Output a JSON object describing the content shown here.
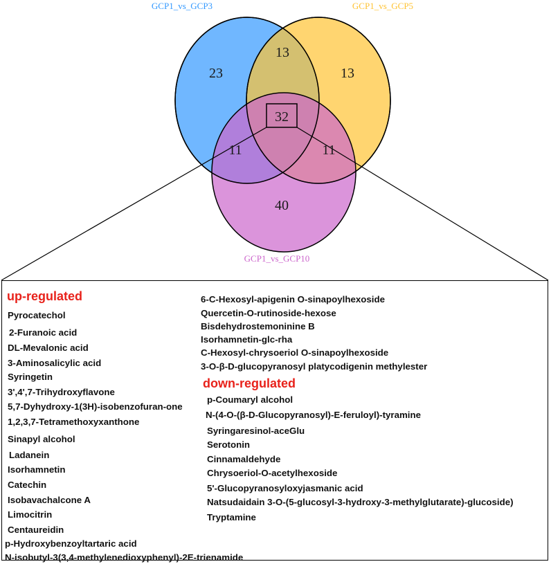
{
  "venn": {
    "sets": [
      {
        "label": "GCP1_vs_GCP3",
        "color": "#3399ff"
      },
      {
        "label": "GCP1_vs_GCP5",
        "color": "#ffc333"
      },
      {
        "label": "GCP1_vs_GCP10",
        "color": "#cc66cc"
      }
    ],
    "regions": {
      "only_gcp3": "23",
      "gcp3_gcp5": "13",
      "only_gcp5": "13",
      "all_three": "32",
      "gcp3_gcp10": "11",
      "gcp5_gcp10": "11",
      "only_gcp10": "40"
    }
  },
  "lists": {
    "up_heading": "up-regulated",
    "heading_color": "#e8221b",
    "up_left": [
      "Pyrocatechol",
      "2-Furanoic acid",
      "DL-Mevalonic acid",
      "3-Aminosalicylic acid",
      "Syringetin",
      "3',4',7-Trihydroxyflavone",
      "5,7-Dyhydroxy-1(3H)-isobenzofuran-one",
      "1,2,3,7-Tetramethoxyxanthone",
      "Sinapyl alcohol",
      "Ladanein",
      "Isorhamnetin",
      "Catechin",
      "Isobavachalcone A",
      "Limocitrin",
      "Centaureidin",
      "p-Hydroxybenzoyltartaric acid",
      "N-isobutyl-3(3,4-methylenedioxyphenyl)-2E-trienamide"
    ],
    "up_right": [
      "6-C-Hexosyl-apigenin O-sinapoylhexoside",
      "Quercetin-O-rutinoside-hexose",
      "Bisdehydrostemoninine B",
      "Isorhamnetin-glc-rha",
      "C-Hexosyl-chrysoeriol O-sinapoylhexoside",
      "3-O-β-D-glucopyranosyl platycodigenin methylester"
    ],
    "down_heading": "down-regulated",
    "down": [
      "p-Coumaryl alcohol",
      "N-(4-O-(β-D-Glucopyranosyl)-E-feruloyl)-tyramine",
      "Syringaresinol-aceGlu",
      "Serotonin",
      "Cinnamaldehyde",
      "Chrysoeriol-O-acetylhexoside",
      "5'-Glucopyranosyloxyjasmanic acid",
      "Natsudaidain 3-O-(5-glucosyl-3-hydroxy-3-methylglutarate)-glucoside)",
      "Tryptamine"
    ]
  }
}
